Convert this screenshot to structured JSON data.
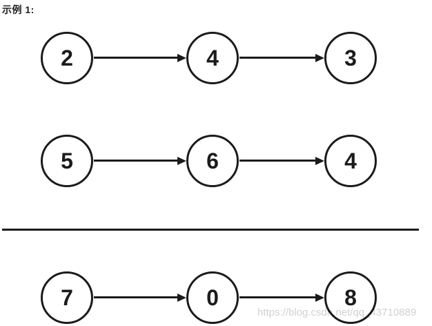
{
  "label": {
    "example_label": "示例 1:"
  },
  "diagram": {
    "type": "linked-lists",
    "stroke_color": "#1b1b1b",
    "background_color": "#ffffff",
    "rows": [
      {
        "name": "input-list-1",
        "values": [
          "2",
          "4",
          "3"
        ]
      },
      {
        "name": "input-list-2",
        "values": [
          "5",
          "6",
          "4"
        ]
      },
      {
        "name": "result-list",
        "values": [
          "7",
          "0",
          "8"
        ]
      }
    ],
    "divider": true
  },
  "watermark": {
    "text": "https://blog.csdn.net/qq_43710889"
  }
}
